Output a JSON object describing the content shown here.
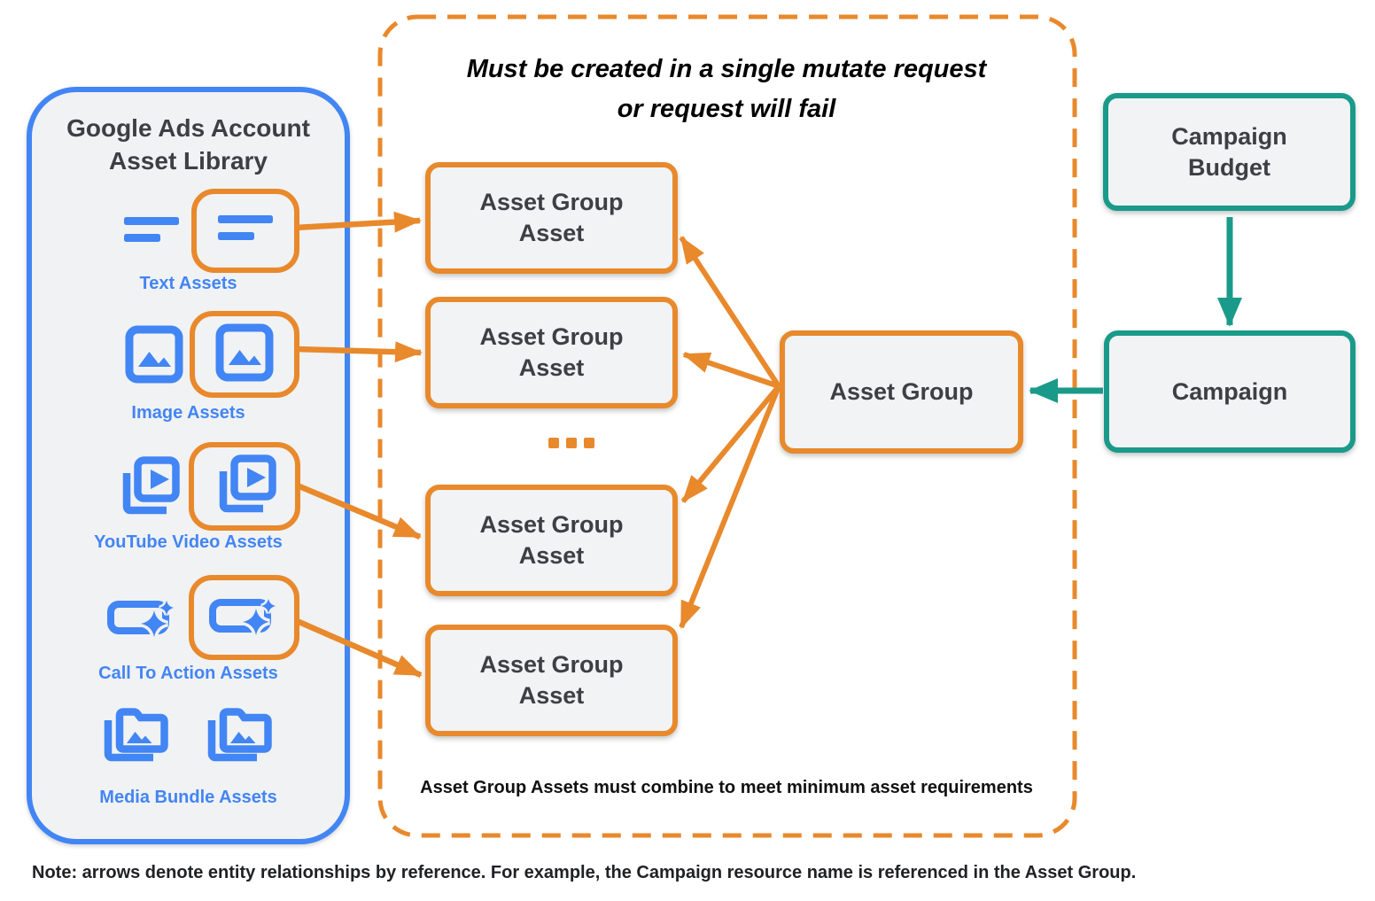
{
  "colors": {
    "orange": "#E8892C",
    "blue": "#4285F4",
    "teal": "#1A9A8A",
    "box_fill": "#F1F3F4",
    "panel_fill": "#F1F2F3",
    "dark_text": "#3C4043"
  },
  "library": {
    "title_line1": "Google Ads Account",
    "title_line2": "Asset Library",
    "items": [
      {
        "label": "Text Assets",
        "icon": "text-asset-icon"
      },
      {
        "label": "Image Assets",
        "icon": "image-asset-icon"
      },
      {
        "label": "YouTube Video Assets",
        "icon": "youtube-video-asset-icon"
      },
      {
        "label": "Call To Action Assets",
        "icon": "call-to-action-asset-icon"
      },
      {
        "label": "Media Bundle Assets",
        "icon": "media-bundle-asset-icon"
      }
    ]
  },
  "mutate_group": {
    "title_line1": "Must be created in a single mutate request",
    "title_line2": "or request will fail",
    "asset_boxes": [
      "Asset Group Asset",
      "Asset Group Asset",
      "Asset Group Asset",
      "Asset Group Asset"
    ],
    "ellipsis": "...",
    "footer": "Asset Group Assets must combine to meet minimum asset requirements"
  },
  "entities": {
    "asset_group": "Asset Group",
    "campaign_budget": "Campaign Budget",
    "campaign": "Campaign"
  },
  "note": "Note: arrows denote entity relationships by reference. For example, the Campaign resource name is referenced in the Asset Group."
}
